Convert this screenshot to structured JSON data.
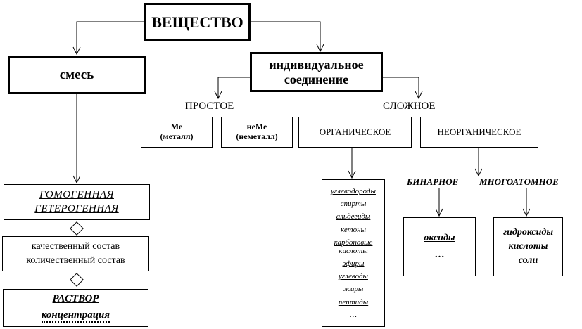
{
  "nodes": {
    "substance": "ВЕЩЕСТВО",
    "mixture": "смесь",
    "individual_line1": "индивидуальное",
    "individual_line2": "соединение",
    "simple": "ПРОСТОЕ",
    "complex": "СЛОЖНОЕ",
    "metal_symbol": "Ме",
    "metal": "(металл)",
    "nonmetal_symbol": "неМе",
    "nonmetal": "(неметалл)",
    "organic": "ОРГАНИЧЕСКОЕ",
    "inorganic": "НЕОРГАНИЧЕСКОЕ",
    "binary": "БИНАРНОЕ",
    "polyatomic": "МНОГОАТОМНОЕ",
    "homogeneous": "ГОМОГЕННАЯ",
    "heterogeneous": "ГЕТЕРОГЕННАЯ",
    "qualitative": "качественный состав",
    "quantitative": "количественный состав",
    "solution": "РАСТВОР",
    "concentration": "концентрация",
    "oxides": "оксиды",
    "oxides_more": "…",
    "hydroxides": "гидроксиды",
    "acids": "кислоты",
    "salts": "соли"
  },
  "organic_classes": [
    "углеводороды",
    "спирты",
    "альдегиды",
    "кетоны",
    "карбоновые",
    "кислоты",
    "эфиры",
    "углеводы",
    "жиры",
    "пептиды",
    "…"
  ]
}
